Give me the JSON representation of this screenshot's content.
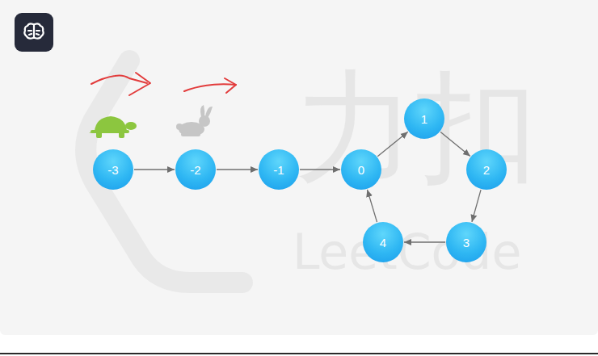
{
  "diagram": {
    "nodes": [
      {
        "text": [
          "-3"
        ]
      },
      {
        "text": [
          "-2"
        ]
      },
      {
        "text": [
          "-1"
        ]
      },
      {
        "text": [
          "0"
        ]
      },
      {
        "text": [
          "1"
        ]
      },
      {
        "text": [
          "2"
        ]
      },
      {
        "text": [
          "3"
        ]
      },
      {
        "text": [
          "4"
        ]
      }
    ],
    "edges": [
      {
        "from": 0,
        "to": 1,
        "arrow": "to"
      },
      {
        "from": 1,
        "to": 2,
        "arrow": "to"
      },
      {
        "from": 2,
        "to": 3,
        "arrow": "to"
      },
      {
        "from": 3,
        "to": 4,
        "arrow": "to"
      },
      {
        "from": 4,
        "to": 5,
        "arrow": "to"
      },
      {
        "from": 5,
        "to": 6,
        "arrow": "to"
      },
      {
        "from": 6,
        "to": 7,
        "arrow": "to"
      },
      {
        "from": 7,
        "to": 3,
        "arrow": "to"
      }
    ],
    "labels": [
      "力扣",
      "LeetCode"
    ]
  }
}
